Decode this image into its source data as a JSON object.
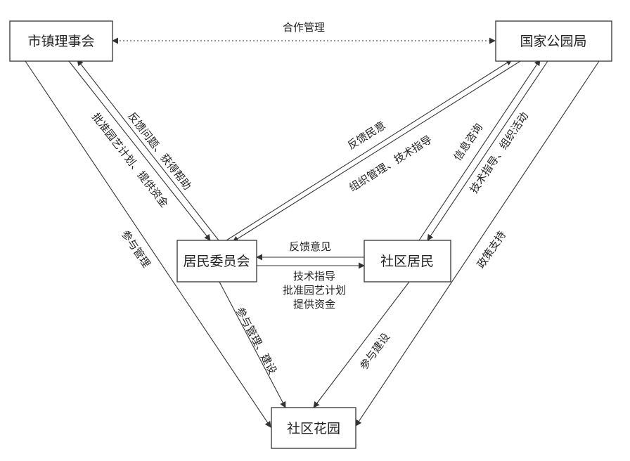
{
  "nodes": {
    "city_council": "市镇理事会",
    "national_park_bureau": "国家公园局",
    "residents_committee": "居民委员会",
    "community_residents": "社区居民",
    "community_garden": "社区花园"
  },
  "edge_labels": {
    "cooperative_management": "合作管理",
    "feedback_get_help": "反馈问题、获得帮助",
    "approve_plan_funding": "批准园艺计划、提供资金",
    "participate_management": "参与管理",
    "feedback_opinion": "反馈民意",
    "organize_tech_guidance": "组织管理、技术指导",
    "info_consult": "信息咨询",
    "tech_guidance_activities": "技术指导、组织活动",
    "policy_support": "政策支持",
    "feedback_suggestions": "反馈意见",
    "tech_guidance": "技术指导",
    "approve_plan": "批准园艺计划",
    "provide_funding": "提供资金",
    "participate_mgmt_build": "参与管理、建设",
    "participate_build": "参与建设"
  }
}
